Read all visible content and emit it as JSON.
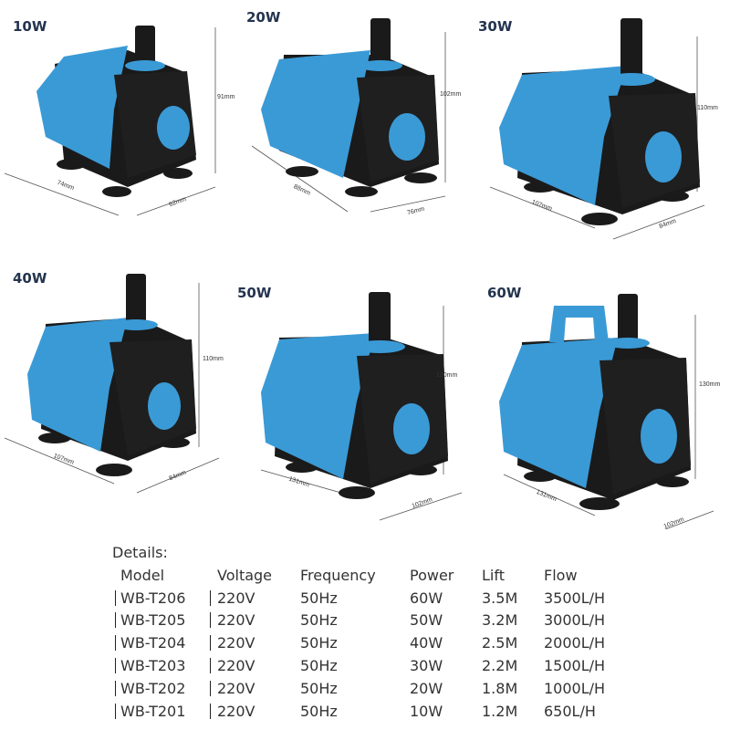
{
  "products": [
    {
      "label": "10W",
      "dims": {
        "height": "91mm",
        "length": "74mm",
        "width": "62mm"
      }
    },
    {
      "label": "20W",
      "dims": {
        "height": "102mm",
        "length": "88mm",
        "width": "76mm"
      }
    },
    {
      "label": "30W",
      "dims": {
        "height": "110mm",
        "length": "107mm",
        "width": "84mm"
      }
    },
    {
      "label": "40W",
      "dims": {
        "height": "110mm",
        "length": "107mm",
        "width": "84mm"
      }
    },
    {
      "label": "50W",
      "dims": {
        "height": "130mm",
        "length": "131mm",
        "width": "102mm"
      }
    },
    {
      "label": "60W",
      "dims": {
        "height": "130mm",
        "length": "131mm",
        "width": "102mm"
      }
    }
  ],
  "details": {
    "title": "Details:",
    "headers": [
      "Model",
      "Voltage",
      "Frequency",
      "Power",
      "Lift",
      "Flow"
    ],
    "rows": [
      [
        "WB-T206",
        "220V",
        "50Hz",
        "60W",
        "3.5M",
        "3500L/H"
      ],
      [
        "WB-T205",
        "220V",
        "50Hz",
        "50W",
        "3.2M",
        "3000L/H"
      ],
      [
        "WB-T204",
        "220V",
        "50Hz",
        "40W",
        "2.5M",
        "2000L/H"
      ],
      [
        "WB-T203",
        "220V",
        "50Hz",
        "30W",
        "2.2M",
        "1500L/H"
      ],
      [
        "WB-T202",
        "220V",
        "50Hz",
        "20W",
        "1.8M",
        "1000L/H"
      ],
      [
        "WB-T201",
        "220V",
        "50Hz",
        "10W",
        "1.2M",
        "650L/H"
      ]
    ]
  },
  "colors": {
    "pump_blue": "#3a9ad6",
    "pump_black": "#1a1a1a",
    "label_navy": "#24344f"
  }
}
